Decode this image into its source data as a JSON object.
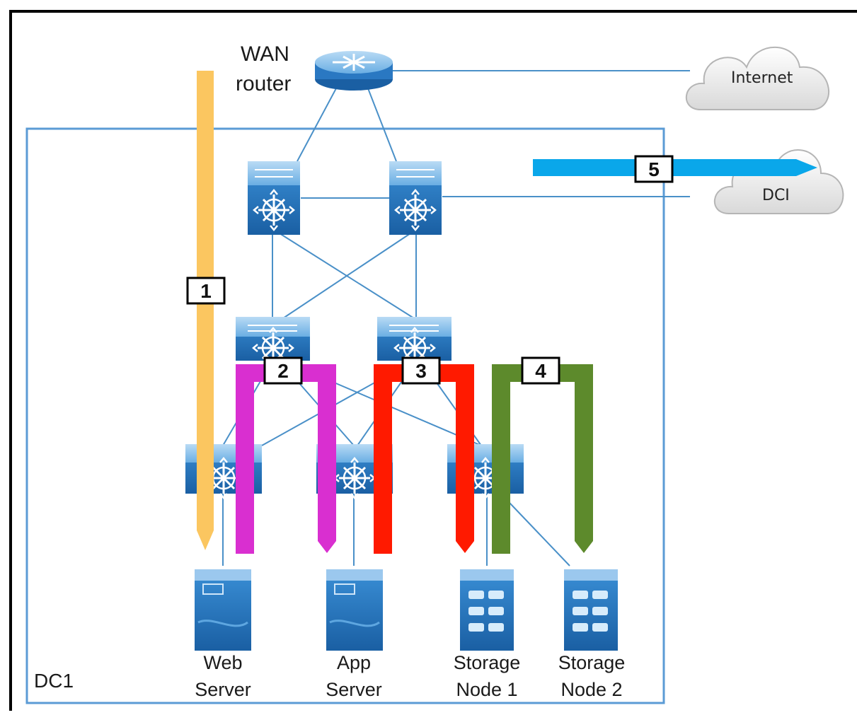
{
  "router_label": [
    "WAN",
    "router"
  ],
  "datacenter_label": "DC1",
  "clouds": {
    "internet": "Internet",
    "dci": "DCI"
  },
  "servers": [
    {
      "line1": "Web",
      "line2": "Server"
    },
    {
      "line1": "App",
      "line2": "Server"
    },
    {
      "line1": "Storage",
      "line2": "Node 1"
    },
    {
      "line1": "Storage",
      "line2": "Node 2"
    }
  ],
  "flows": [
    {
      "number": "1",
      "color": "#fbc660"
    },
    {
      "number": "2",
      "color": "#d92fd0"
    },
    {
      "number": "3",
      "color": "#ff1a00"
    },
    {
      "number": "4",
      "color": "#5d8a2c"
    },
    {
      "number": "5",
      "color": "#0aa7ea"
    }
  ],
  "colors": {
    "frame": "#000000",
    "dc_box": "#5b9bd5",
    "link": "#4a90c8",
    "device": "#1f6fb5"
  },
  "icons": [
    "router-icon",
    "core-switch-icon",
    "aggregation-switch-icon",
    "access-switch-icon",
    "server-icon",
    "storage-icon",
    "cloud-icon"
  ]
}
